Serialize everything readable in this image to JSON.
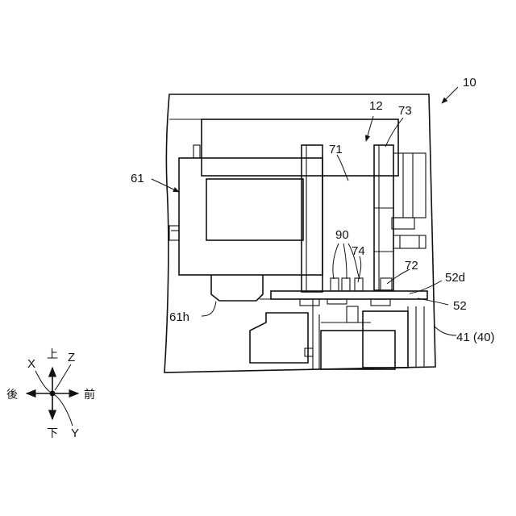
{
  "labels": {
    "assembly": "10",
    "unit": "12",
    "member_73": "73",
    "member_71": "71",
    "part_61": "61",
    "parts_90": "90",
    "member_74": "74",
    "member_72": "72",
    "plate_edge": "52d",
    "plate": "52",
    "part_61h": "61h",
    "frame": "41 (40)"
  },
  "axes": {
    "up": "上",
    "down": "下",
    "back": "後",
    "front": "前",
    "x": "X",
    "y": "Y",
    "z": "Z"
  }
}
